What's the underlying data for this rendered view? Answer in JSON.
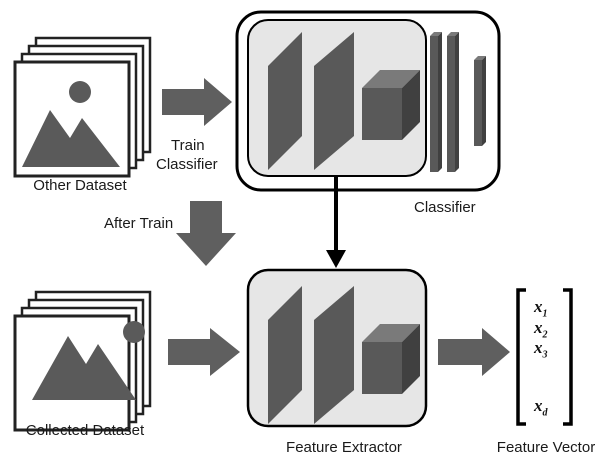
{
  "labels": {
    "other_dataset": "Other Dataset",
    "train_classifier_line1": "Train",
    "train_classifier_line2": "Classifier",
    "classifier": "Classifier",
    "after_train": "After Train",
    "collected_dataset": "Collected Dataset",
    "feature_extractor": "Feature Extractor",
    "feature_vector": "Feature Vector"
  },
  "vector": {
    "symbol": "x",
    "subscripts": [
      "1",
      "2",
      "3",
      "d"
    ]
  },
  "colors": {
    "panel_fill": "#e6e6e6",
    "layer_front": "#595959",
    "layer_side": "#404040",
    "layer_top": "#7a7a7a",
    "arrow": "#5f5f5f",
    "outline": "#000000",
    "image_icon": "#5a5a5a"
  }
}
